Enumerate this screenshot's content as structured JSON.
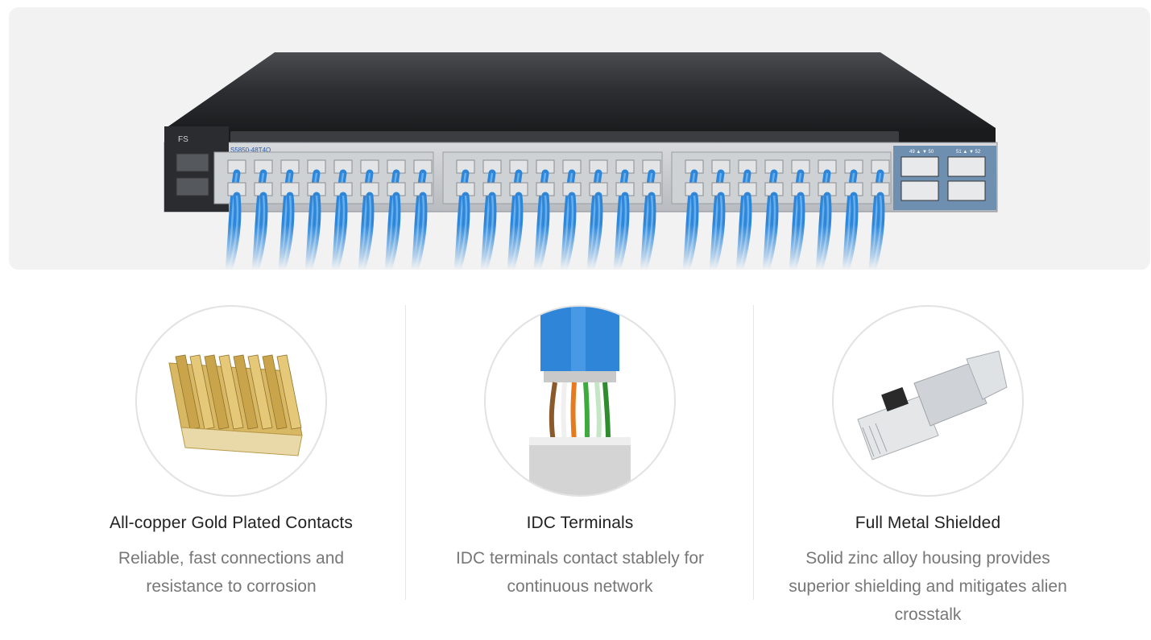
{
  "hero": {
    "switch_brand": "FS",
    "switch_model": "S5850-48T4Q",
    "port_group_a": "49 ▲ ▼ 50",
    "port_group_b": "51 ▲ ▼ 52"
  },
  "features": [
    {
      "title": "All-copper Gold Plated Contacts",
      "description": "Reliable, fast connections and resistance to corrosion"
    },
    {
      "title": "IDC Terminals",
      "description": "IDC terminals contact stablely for continuous network"
    },
    {
      "title": "Full Metal Shielded",
      "description": "Solid zinc alloy housing provides superior shielding and mitigates alien crosstalk"
    }
  ],
  "colors": {
    "hero_background": "#f2f2f2",
    "cable_blue": "#2f86d8",
    "switch_body": "#2b2d30",
    "gold": "#d9b864",
    "title_text": "#222222",
    "description_text": "#777777"
  }
}
